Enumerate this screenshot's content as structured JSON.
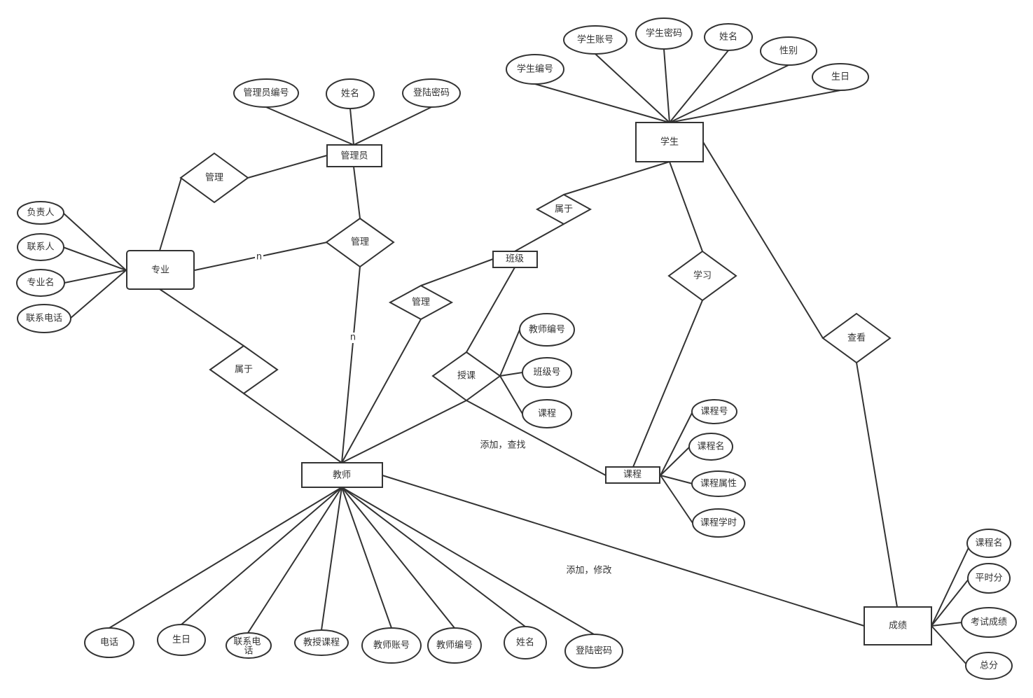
{
  "entities": {
    "admin": "管理员",
    "student": "学生",
    "major": "专业",
    "class": "班级",
    "teacher": "教师",
    "course": "课程",
    "grade": "成绩"
  },
  "relations": {
    "admin_major": "管理",
    "admin_teacher": "管理",
    "student_class": "属于",
    "class_teacher": "管理",
    "major_teacher": "属于",
    "teaching": "授课",
    "study": "学习",
    "view": "查看"
  },
  "attributes": {
    "admin": [
      "管理员编号",
      "姓名",
      "登陆密码"
    ],
    "student": [
      "学生编号",
      "学生账号",
      "学生密码",
      "姓名",
      "性别",
      "生日"
    ],
    "major": [
      "负责人",
      "联系人",
      "专业名",
      "联系电话"
    ],
    "teaching": [
      "教师编号",
      "班级号",
      "课程"
    ],
    "course": [
      "课程号",
      "课程名",
      "课程属性",
      "课程学时"
    ],
    "grade": [
      "课程名",
      "平时分",
      "考试成绩",
      "总分"
    ],
    "teacher": [
      "电话",
      "生日",
      "联系电话",
      "教授课程",
      "教师账号",
      "教师编号",
      "姓名",
      "登陆密码"
    ]
  },
  "cardinality": {
    "major_admin": "n",
    "admin_teacher": "n"
  },
  "annotations": {
    "teacher_course": "添加，查找",
    "teacher_grade": "添加，修改"
  }
}
